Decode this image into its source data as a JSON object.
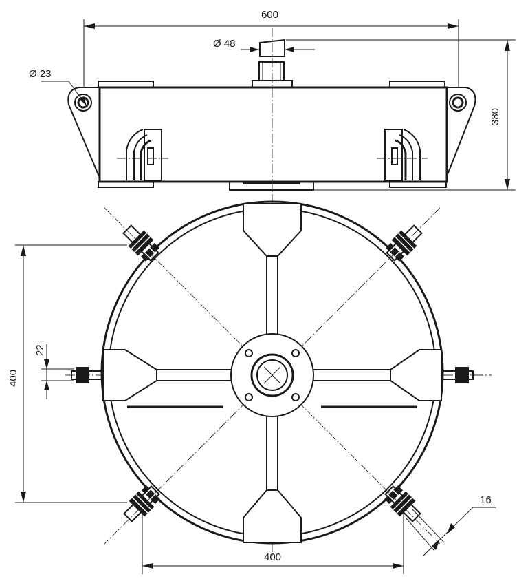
{
  "dimensions": {
    "top_width": "600",
    "shaft_diameter": "Ø 48",
    "hole_diameter": "Ø 23",
    "height": "380",
    "bolt_spacing_vertical": "400",
    "bolt_spacing_horizontal": "400",
    "bolt_width": "22",
    "bolt_offset": "16"
  },
  "colors": {
    "line": "#1a1a1a",
    "paper": "#ffffff"
  }
}
